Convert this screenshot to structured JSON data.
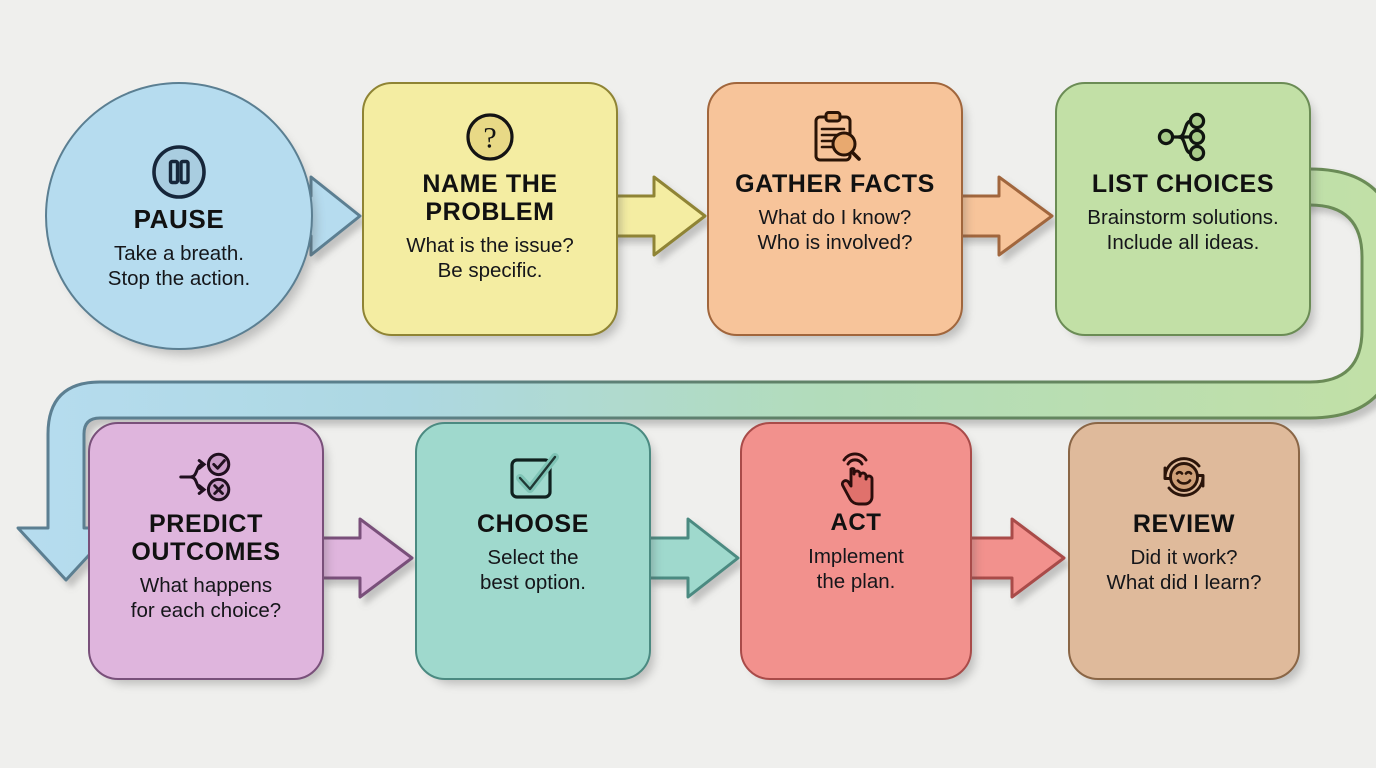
{
  "diagram": {
    "background_color": "#efefed",
    "type": "process-flowchart",
    "title_text_color": "#111111"
  },
  "nodes": [
    {
      "id": "pause",
      "shape": "ellipse",
      "title": "PAUSE",
      "desc": "Take a breath.\nStop the action.",
      "icon": "pause-circle-icon",
      "fill": "#b6dcef",
      "stroke": "#5b7f92",
      "icon_color": "#16263a",
      "icon_fill": "#a9cde0"
    },
    {
      "id": "name",
      "shape": "rounded-rect",
      "title": "NAME THE\nPROBLEM",
      "desc": "What is the issue?\nBe specific.",
      "icon": "question-mark-circle-icon",
      "fill": "#f4eda2",
      "stroke": "#8f8434",
      "icon_color": "#141414",
      "icon_fill": "#e8d986"
    },
    {
      "id": "gather",
      "shape": "rounded-rect",
      "title": "GATHER FACTS",
      "desc": "What do I know?\nWho is involved?",
      "icon": "clipboard-magnifier-icon",
      "fill": "#f7c49a",
      "stroke": "#a1663c",
      "icon_color": "#2a1406",
      "icon_fill": "#e8a96f"
    },
    {
      "id": "list",
      "shape": "rounded-rect",
      "title": "LIST CHOICES",
      "desc": "Brainstorm solutions.\nInclude all ideas.",
      "icon": "branching-nodes-icon",
      "fill": "#c2e0a6",
      "stroke": "#6b8c55",
      "icon_color": "#101510",
      "icon_fill": "#a8cb8a"
    },
    {
      "id": "predict",
      "shape": "rounded-rect",
      "title": "PREDICT\nOUTCOMES",
      "desc": "What happens\nfor each choice?",
      "icon": "branch-check-cross-icon",
      "fill": "#dfb5dd",
      "stroke": "#79507a",
      "icon_color": "#20101f",
      "icon_fill": "#c89cc6"
    },
    {
      "id": "choose",
      "shape": "rounded-rect",
      "title": "CHOOSE",
      "desc": "Select the\nbest option.",
      "icon": "checked-checkbox-icon",
      "fill": "#9fd9cd",
      "stroke": "#4b8a81",
      "icon_color": "#10211f",
      "icon_fill": "#7fc4b6"
    },
    {
      "id": "act",
      "shape": "rounded-rect",
      "title": "ACT",
      "desc": "Implement\nthe plan.",
      "icon": "tap-hand-icon",
      "fill": "#f2918d",
      "stroke": "#a94b49",
      "icon_color": "#2b0d0c",
      "icon_fill": "#e0716c"
    },
    {
      "id": "review",
      "shape": "rounded-rect",
      "title": "REVIEW",
      "desc": "Did it work?\nWhat did I learn?",
      "icon": "refresh-smiley-icon",
      "fill": "#dfba9b",
      "stroke": "#8a6646",
      "icon_color": "#2b150a",
      "icon_fill": "#ce9f77"
    }
  ],
  "connectors": [
    {
      "id": "pause-to-name",
      "from": "pause",
      "to": "name",
      "style": "block-arrow",
      "fill": "#b6dcef",
      "stroke": "#5b7f92"
    },
    {
      "id": "name-to-gather",
      "from": "name",
      "to": "gather",
      "style": "block-arrow",
      "fill": "#f4eda2",
      "stroke": "#8f8434"
    },
    {
      "id": "gather-to-list",
      "from": "gather",
      "to": "list",
      "style": "block-arrow",
      "fill": "#f7c49a",
      "stroke": "#a1663c"
    },
    {
      "id": "list-to-predict",
      "from": "list",
      "to": "predict",
      "style": "wrap-around-arrow",
      "fill_start": "#c2e0a6",
      "fill_end": "#b6dcef",
      "stroke_start": "#6b8c55",
      "stroke_end": "#5b7f92"
    },
    {
      "id": "predict-to-choose",
      "from": "predict",
      "to": "choose",
      "style": "block-arrow",
      "fill": "#dfb5dd",
      "stroke": "#79507a"
    },
    {
      "id": "choose-to-act",
      "from": "choose",
      "to": "act",
      "style": "block-arrow",
      "fill": "#9fd9cd",
      "stroke": "#4b8a81"
    },
    {
      "id": "act-to-review",
      "from": "act",
      "to": "review",
      "style": "block-arrow",
      "fill": "#f2918d",
      "stroke": "#a94b49"
    }
  ]
}
